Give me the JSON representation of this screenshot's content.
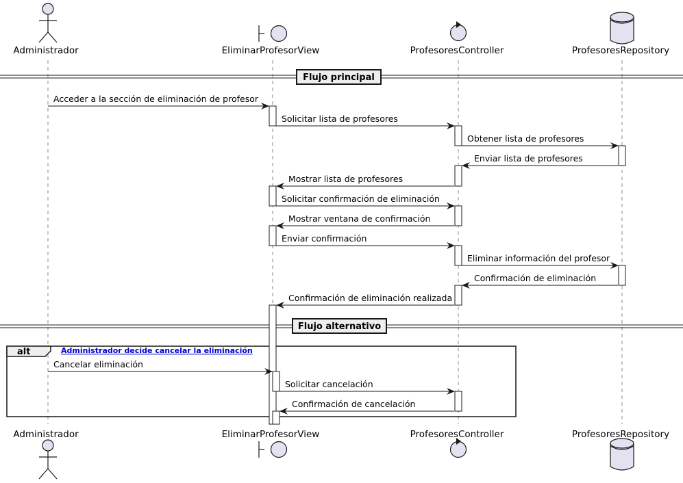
{
  "participants": [
    {
      "id": "admin",
      "name": "Administrador",
      "kind": "actor"
    },
    {
      "id": "view",
      "name": "EliminarProfesorView",
      "kind": "boundary"
    },
    {
      "id": "ctrl",
      "name": "ProfesoresController",
      "kind": "control"
    },
    {
      "id": "repo",
      "name": "ProfesoresRepository",
      "kind": "database"
    }
  ],
  "dividers": {
    "main": "Flujo principal",
    "alternative": "Flujo alternativo"
  },
  "alt_fragment": {
    "keyword": "alt",
    "condition": "Administrador decide cancelar la eliminación"
  },
  "messages": [
    {
      "from": "admin",
      "to": "view",
      "text": "Acceder a la sección de eliminación de profesor"
    },
    {
      "from": "view",
      "to": "ctrl",
      "text": "Solicitar lista de profesores"
    },
    {
      "from": "ctrl",
      "to": "repo",
      "text": "Obtener lista de profesores"
    },
    {
      "from": "repo",
      "to": "ctrl",
      "text": "Enviar lista de profesores"
    },
    {
      "from": "ctrl",
      "to": "view",
      "text": "Mostrar lista de profesores"
    },
    {
      "from": "view",
      "to": "ctrl",
      "text": "Solicitar confirmación de eliminación"
    },
    {
      "from": "ctrl",
      "to": "view",
      "text": "Mostrar ventana de confirmación"
    },
    {
      "from": "view",
      "to": "ctrl",
      "text": "Enviar confirmación"
    },
    {
      "from": "ctrl",
      "to": "repo",
      "text": "Eliminar información del profesor"
    },
    {
      "from": "repo",
      "to": "ctrl",
      "text": "Confirmación de eliminación"
    },
    {
      "from": "ctrl",
      "to": "view",
      "text": "Confirmación de eliminación realizada"
    },
    {
      "from": "admin",
      "to": "view",
      "text": "Cancelar eliminación"
    },
    {
      "from": "view",
      "to": "ctrl",
      "text": "Solicitar cancelación"
    },
    {
      "from": "ctrl",
      "to": "view",
      "text": "Confirmación de cancelación"
    }
  ],
  "colors": {
    "participant_fill": "#e2e2f0",
    "stroke": "#181818",
    "divider_fill": "#eeeeee",
    "lifeline": "#888888",
    "condition_link": "#0000cc"
  }
}
